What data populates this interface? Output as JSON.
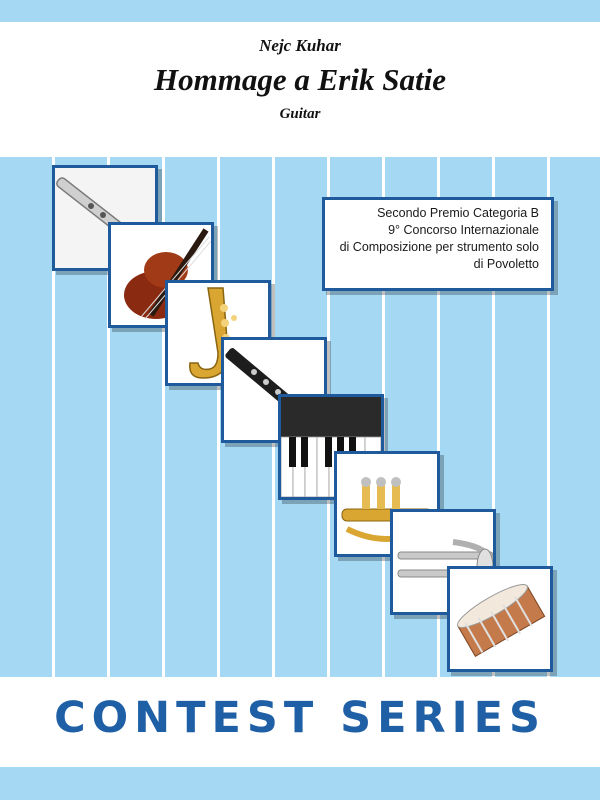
{
  "header": {
    "composer": "Nejc Kuhar",
    "title": "Hommage a Erik Satie",
    "instrument": "Guitar"
  },
  "award": {
    "lines": [
      "Secondo Premio Categoria B",
      "9° Concorso Internazionale",
      "di Composizione per strumento solo",
      "di Povoletto"
    ]
  },
  "instruments": [
    {
      "icon": "flute-icon"
    },
    {
      "icon": "violin-icon"
    },
    {
      "icon": "saxophone-icon"
    },
    {
      "icon": "clarinet-icon"
    },
    {
      "icon": "piano-keys-icon"
    },
    {
      "icon": "trumpet-icon"
    },
    {
      "icon": "trombone-icon"
    },
    {
      "icon": "snare-drum-icon"
    }
  ],
  "series": {
    "title": "CONTEST SERIES"
  },
  "colors": {
    "background_blue": "#a5d8f3",
    "border_blue": "#1e5a9c",
    "series_text": "#1f5fa6"
  }
}
